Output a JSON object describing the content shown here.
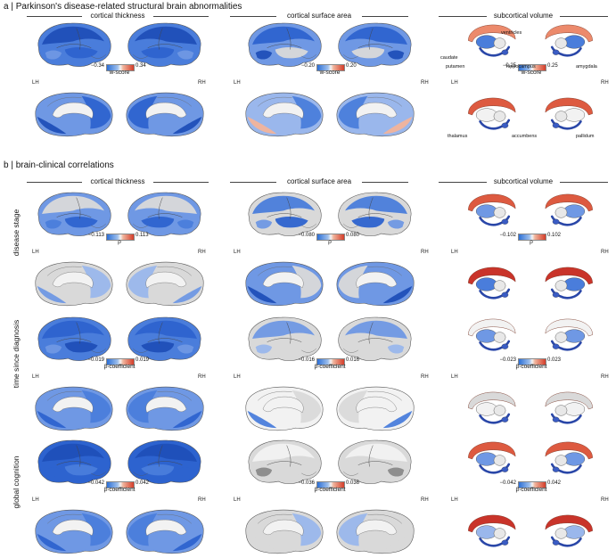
{
  "section_a": {
    "label": "a",
    "title": "Parkinson's disease-related structural brain abnormalities"
  },
  "section_b": {
    "label": "b",
    "title": "brain-clinical correlations"
  },
  "columns": [
    "cortical thickness",
    "cortical surface area",
    "subcortical volume"
  ],
  "hemispheres": {
    "left": "LH",
    "right": "RH"
  },
  "row_a": {
    "colorbars": [
      {
        "min": "−0.34",
        "max": "0.34",
        "metric": "w-score"
      },
      {
        "min": "−0.20",
        "max": "0.20",
        "metric": "w-score"
      },
      {
        "min": "−0.25",
        "max": "0.25",
        "metric": "w-score"
      }
    ],
    "structures": {
      "caudate": "caudate",
      "putamen": "putamen",
      "ventricles": "ventricles",
      "hippocampus": "hippocampus",
      "amygdala": "amygdala",
      "thalamus": "thalamus",
      "accumbens": "accumbens",
      "pallidum": "pallidum"
    }
  },
  "rows_b": [
    {
      "label": "disease stage",
      "colorbars": [
        {
          "min": "−0.113",
          "max": "0.113",
          "metric": "ρ"
        },
        {
          "min": "−0.080",
          "max": "0.080",
          "metric": "ρ"
        },
        {
          "min": "−0.102",
          "max": "0.102",
          "metric": "ρ"
        }
      ]
    },
    {
      "label": "time since diagnosis",
      "colorbars": [
        {
          "min": "−0.019",
          "max": "0.019",
          "metric": "β-coefficient"
        },
        {
          "min": "−0.016",
          "max": "0.016",
          "metric": "β-coefficient"
        },
        {
          "min": "−0.023",
          "max": "0.023",
          "metric": "β-coefficient"
        }
      ]
    },
    {
      "label": "global cognition",
      "colorbars": [
        {
          "min": "−0.042",
          "max": "0.042",
          "metric": "β-coefficient"
        },
        {
          "min": "−0.036",
          "max": "0.036",
          "metric": "β-coefficient"
        },
        {
          "min": "−0.042",
          "max": "0.042",
          "metric": "β-coefficient"
        }
      ]
    }
  ],
  "colors": {
    "negative": "#2c6fd6",
    "neutral": "#f3f3f3",
    "positive": "#d43d2a"
  }
}
